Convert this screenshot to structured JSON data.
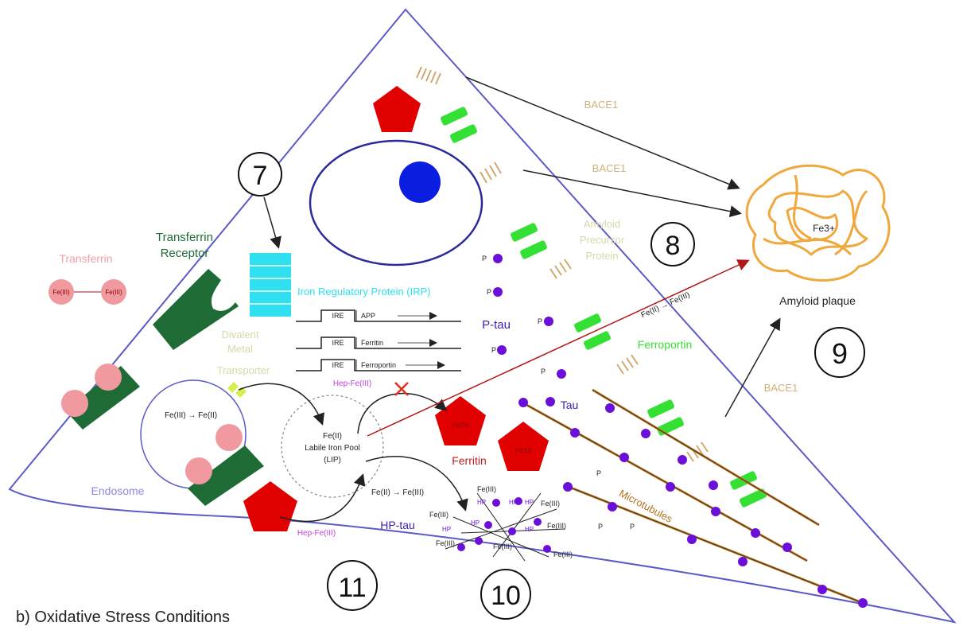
{
  "caption": "b) Oxidative Stress Conditions",
  "step_numbers": {
    "seven": "7",
    "eight": "8",
    "nine": "9",
    "ten": "10",
    "eleven": "11"
  },
  "labels": {
    "transferrin": "Transferrin",
    "transferrin_fe_left": "Fe(III)",
    "transferrin_fe_right": "Fe(III)",
    "transferrin_receptor_line1": "Transferrin",
    "transferrin_receptor_line2": "Receptor",
    "irp": "Iron Regulatory Protein (IRP)",
    "dmt_line1": "Divalent",
    "dmt_line2": "Metal",
    "dmt_line3": "Transporter",
    "endosome": "Endosome",
    "endosome_reaction": "Fe(III) → Fe(II)",
    "lip_line1": "Fe(II)",
    "lip_line2": "Labile Iron Pool",
    "lip_line3": "(LIP)",
    "hep_fe_top": "Hep-Fe(III)",
    "hep_fe_bottom": "Hep-Fe(III)",
    "lip_reaction": "Fe(II) → Fe(III)",
    "ferritin": "Ferritin",
    "ferritin_fe_a": "Fe(III)",
    "ferritin_fe_b": "Fe(III)",
    "ptau": "P-tau",
    "p": "P",
    "tau": "Tau",
    "microtubules": "Microtubules",
    "hptau": "HP-tau",
    "app_line1": "Amyloid",
    "app_line2": "Precursor",
    "app_line3": "Protein",
    "ferroportin": "Ferroportin",
    "bace_top": "BACE1",
    "bace_mid": "BACE1",
    "bace_right": "BACE1",
    "plaque_fe": "Fe3+",
    "amyloid_plaque": "Amyloid plaque",
    "red_arrow_reaction": "Fe(II) → Fe(III)",
    "hp_fe": "Fe(III)",
    "hp": "HP"
  },
  "ire_rows": [
    {
      "ire": "IRE",
      "gene": "APP"
    },
    {
      "ire": "IRE",
      "gene": "Ferritin"
    },
    {
      "ire": "IRE",
      "gene": "Ferroportin"
    }
  ],
  "colors": {
    "membrane": "#5a5ac8",
    "nucleus_outline": "#2a2a9a",
    "nucleolus": "#0b1ee0",
    "ferritin": "#e00000",
    "receptor": "#1e6b35",
    "ferroportin": "#35e035",
    "irp": "#2ee0f0",
    "phosphate": "#6a10d8",
    "microtubule": "#c87a1a",
    "plaque": "#f0a83c",
    "iron_ball": "#f09aa0",
    "dmt": "#d8ee50",
    "bace": "#d0b07a",
    "hep": "#c040e0"
  }
}
